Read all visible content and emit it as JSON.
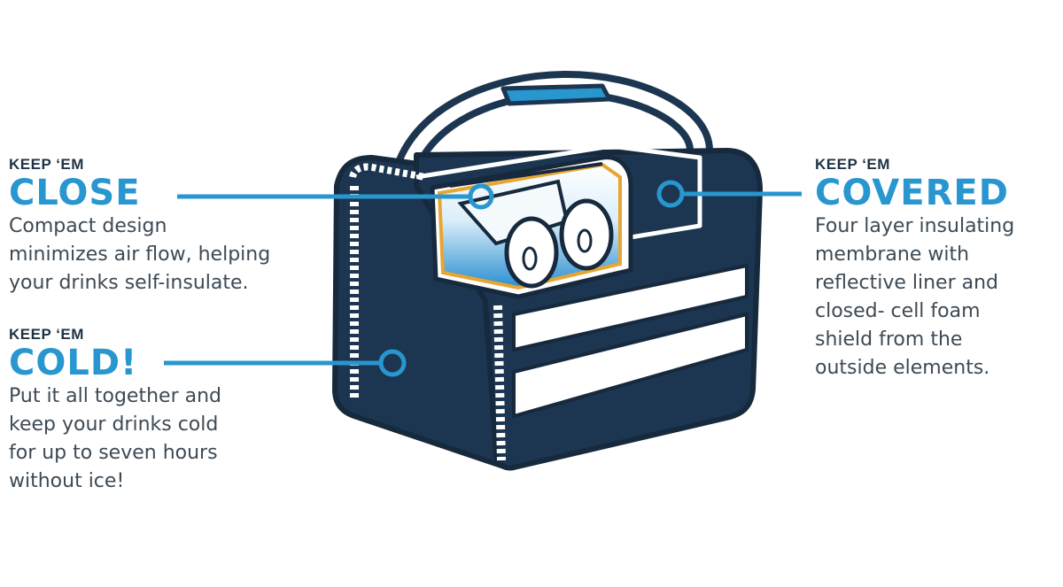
{
  "colors": {
    "accent": "#2896cf",
    "navy": "#1c3550",
    "text": "#3d4a55",
    "kicker": "#1f3345",
    "liner": "#e8a530"
  },
  "features": {
    "close": {
      "kicker": "KEEP ‘EM",
      "headline": "CLOSE",
      "lines": [
        "Compact design",
        "minimizes air flow, helping",
        "your drinks self-insulate."
      ]
    },
    "cold": {
      "kicker": "KEEP ‘EM",
      "headline": "COLD!",
      "lines": [
        "Put it all together and",
        "keep your drinks cold",
        "for up to seven hours",
        "without ice!"
      ]
    },
    "covered": {
      "kicker": "KEEP ‘EM",
      "headline": "COVERED",
      "lines": [
        "Four layer insulating",
        "membrane with",
        "reflective liner and",
        "closed- cell foam",
        "shield from the",
        "outside elements."
      ]
    }
  }
}
